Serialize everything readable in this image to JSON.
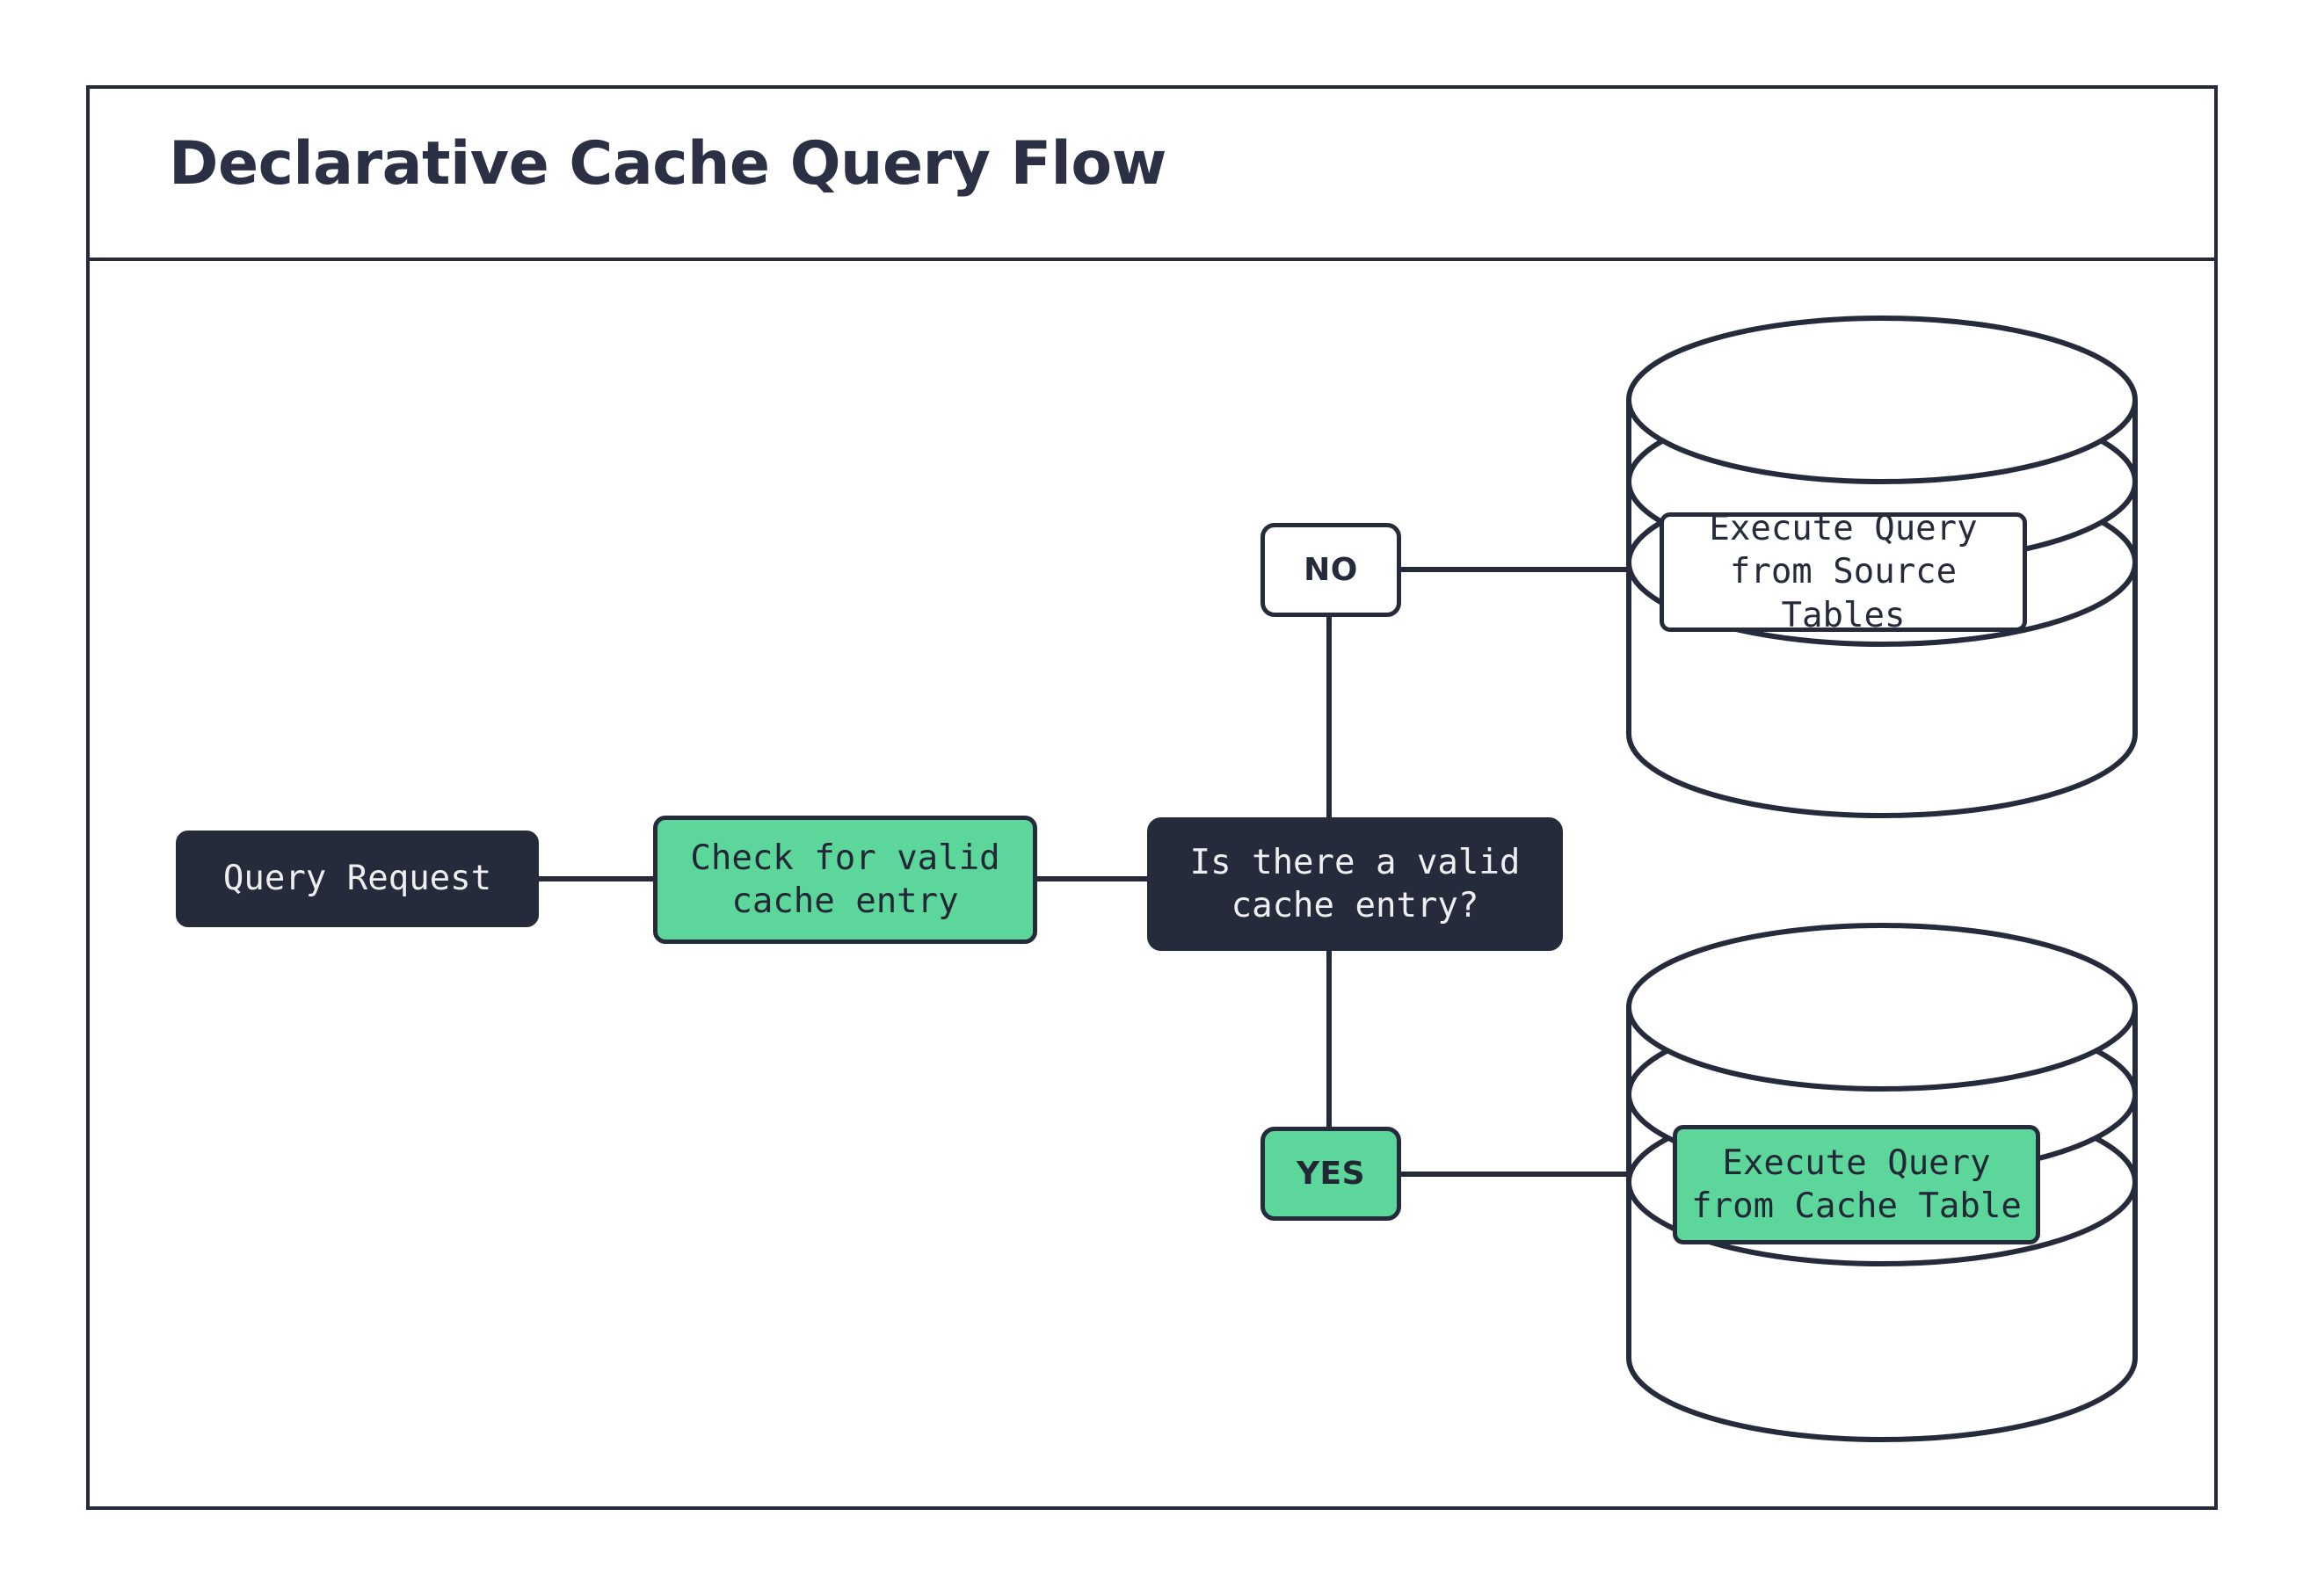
{
  "diagram": {
    "title": "Declarative Cache Query Flow",
    "colors": {
      "ink": "#262B3C",
      "accent_green": "#5CD69A",
      "paper": "#FFFFFF",
      "dark_node_text": "#EFEFF2"
    },
    "nodes": {
      "query_request": {
        "label": "Query Request",
        "style": "dark"
      },
      "check_cache": {
        "label": "Check for valid\ncache entry",
        "style": "green"
      },
      "decision": {
        "label": "Is there a valid\ncache entry?",
        "style": "dark"
      },
      "source_tables": {
        "label": "Execute Query\nfrom Source Tables",
        "style": "white"
      },
      "cache_table": {
        "label": "Execute Query\nfrom Cache Table",
        "style": "green"
      }
    },
    "branch_labels": {
      "no": {
        "label": "NO",
        "style": "white"
      },
      "yes": {
        "label": "YES",
        "style": "green"
      }
    },
    "shapes": {
      "source_database": "database-cylinder",
      "cache_database": "database-cylinder"
    },
    "edges": [
      {
        "from": "query_request",
        "to": "check_cache",
        "label": ""
      },
      {
        "from": "check_cache",
        "to": "decision",
        "label": ""
      },
      {
        "from": "decision",
        "to": "source_tables",
        "label": "NO"
      },
      {
        "from": "decision",
        "to": "cache_table",
        "label": "YES"
      }
    ]
  }
}
